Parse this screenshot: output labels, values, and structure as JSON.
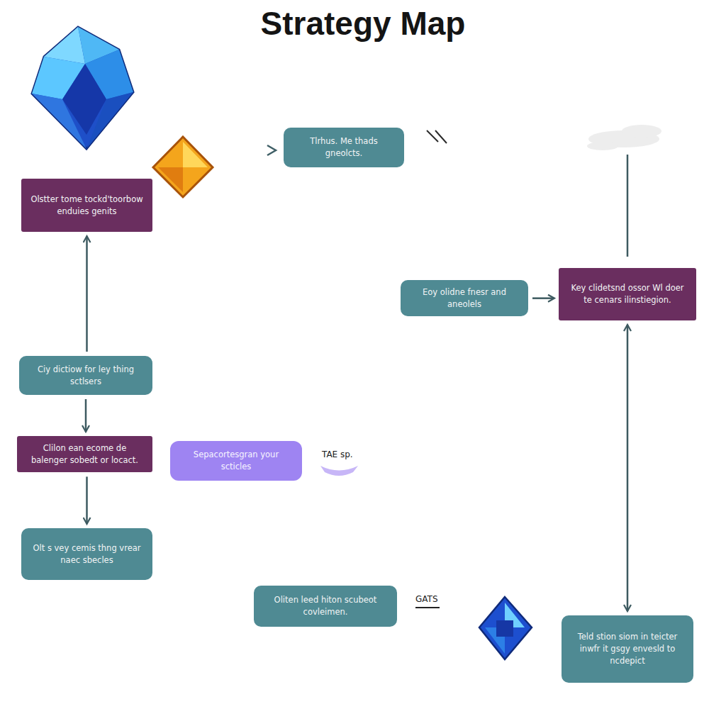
{
  "diagram": {
    "title": "Strategy Map",
    "nodes": [
      {
        "text": [
          "Tlrhus. Me thads gneolcts."
        ]
      },
      {
        "text": [
          "Olstter tome tockd'toorbow enduies genits"
        ]
      },
      {
        "text": [
          "Eoy olidne fnesr and aneolels"
        ]
      },
      {
        "text": [
          "Key clidetsnd ossor Wl doer te cenars ilinstiegion."
        ]
      },
      {
        "text": [
          "Ciy dictiow for ley thing sctlsers"
        ]
      },
      {
        "text": [
          "Clilon ean ecome de balenger sobedt or locact."
        ]
      },
      {
        "text": [
          "Sepacortesgran your scticles"
        ]
      },
      {
        "text": [
          "Olt s vey cemis thng vrear naec sbecles"
        ]
      },
      {
        "text": [
          "Oliten leed hiton scubeot covleimen."
        ]
      },
      {
        "text": [
          "Teld stion siom in teicter inwfr it gsgy envesld to ncdepict"
        ]
      }
    ],
    "edges": [
      {
        "from": 4,
        "to": 1,
        "arrow": "to"
      },
      {
        "from": 4,
        "to": 5,
        "arrow": "to"
      },
      {
        "from": 5,
        "to": 7,
        "arrow": "to"
      },
      {
        "from": 2,
        "to": 3,
        "arrow": "to"
      },
      {
        "from": 3,
        "to": 9,
        "arrow": "both"
      }
    ],
    "labels": [
      "TAE sp.",
      "GATS"
    ]
  }
}
